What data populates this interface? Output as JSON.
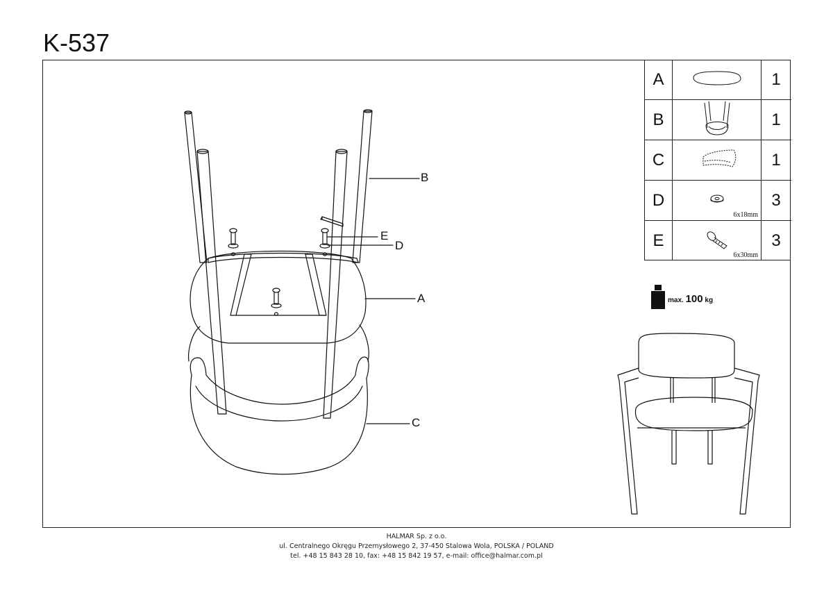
{
  "header": {
    "model": "K-537"
  },
  "parts_list": [
    {
      "letter": "A",
      "icon": "seat-cushion-icon",
      "qty": "1",
      "size": ""
    },
    {
      "letter": "B",
      "icon": "chair-frame-icon",
      "qty": "1",
      "size": ""
    },
    {
      "letter": "C",
      "icon": "backrest-icon",
      "qty": "1",
      "size": ""
    },
    {
      "letter": "D",
      "icon": "washer-icon",
      "qty": "3",
      "size": "6x18mm"
    },
    {
      "letter": "E",
      "icon": "bolt-icon",
      "qty": "3",
      "size": "6x30mm"
    }
  ],
  "callouts": {
    "a": "A",
    "b": "B",
    "c": "C",
    "d": "D",
    "e": "E"
  },
  "capacity": {
    "prefix": "max.",
    "value": "100",
    "unit": "kg",
    "icon": "weight-icon"
  },
  "footer": {
    "company": "HALMAR Sp. z o.o.",
    "address": "ul. Centralnego Okręgu Przemysłowego 2, 37-450 Stalowa Wola, POLSKA / POLAND",
    "contact": "tel. +48 15 843 28 10, fax: +48 15 842 19 57, e-mail: office@halmar.com.pl"
  }
}
